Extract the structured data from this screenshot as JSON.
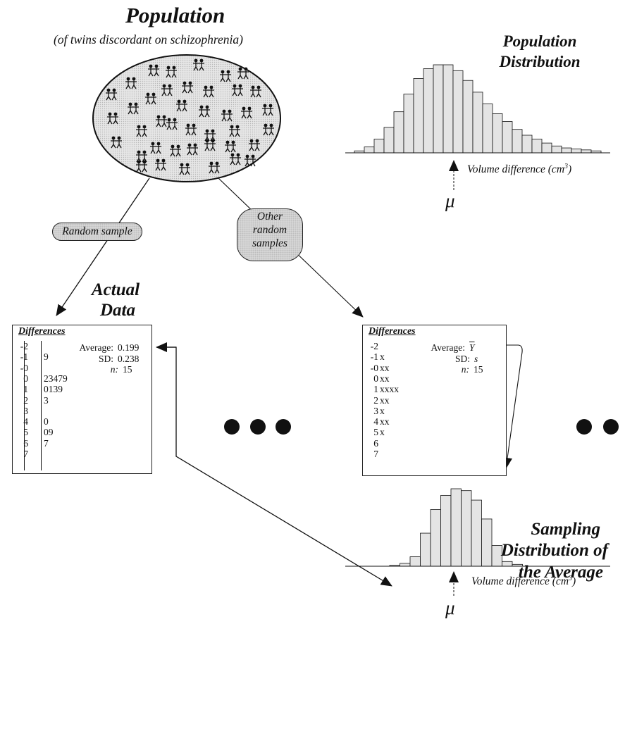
{
  "population": {
    "title": "Population",
    "subtitle": "(of twins discordant on schizophrenia)"
  },
  "population_distribution": {
    "title_line1": "Population",
    "title_line2": "Distribution",
    "axis_label": "Volume difference (cm",
    "axis_sup": "3",
    "axis_close": ")",
    "mean_symbol": "μ"
  },
  "random_sample_label": "Random sample",
  "other_samples_label": {
    "line1": "Other",
    "line2": "random",
    "line3": "samples"
  },
  "actual_data": {
    "title_line1": "Actual",
    "title_line2": "Data",
    "box_header": "Differences",
    "stems": [
      "-2",
      "-1",
      "-0",
      "0",
      "1",
      "2",
      "3",
      "4",
      "5",
      "6",
      "7"
    ],
    "leaves": [
      "",
      "9",
      "",
      "23479",
      "0139",
      "3",
      "",
      "0",
      "09",
      "7",
      ""
    ],
    "average_label": "Average:",
    "average_value": "0.199",
    "sd_label": "SD:",
    "sd_value": "0.238",
    "n_label": "n:",
    "n_value": "15"
  },
  "other_data": {
    "box_header": "Differences",
    "stems": [
      "-2",
      "-1",
      "-0",
      "0",
      "1",
      "2",
      "3",
      "4",
      "5",
      "6",
      "7"
    ],
    "leaves": [
      "",
      "x",
      "xx",
      "xx",
      "xxxx",
      "xx",
      "x",
      "xx",
      "x",
      "",
      ""
    ],
    "average_label": "Average:",
    "average_value": "Y",
    "sd_label": "SD:",
    "sd_value": "s",
    "n_label": "n:",
    "n_value": "15"
  },
  "sampling_distribution": {
    "title_line1": "Sampling",
    "title_line2": "Distribution of",
    "title_line3": "the Average",
    "axis_label": "Volume difference (cm",
    "axis_sup": "3",
    "axis_close": ")",
    "mean_symbol": "μ"
  },
  "chart_data": [
    {
      "type": "bar",
      "name": "population distribution",
      "values": [
        1,
        3,
        7,
        13,
        21,
        30,
        38,
        43,
        45,
        45,
        42,
        37,
        31,
        25,
        20,
        16,
        12,
        9,
        7,
        5,
        3.5,
        2.5,
        2,
        1.5,
        1
      ],
      "mean_index": 10,
      "xlabel": "Volume difference (cm3)",
      "ylabel": ""
    },
    {
      "type": "bar",
      "name": "sampling distribution of the average",
      "values": [
        1,
        3,
        10,
        35,
        60,
        75,
        82,
        80,
        70,
        50,
        22,
        5,
        2
      ],
      "mean_index": 7,
      "xlabel": "Volume difference (cm3)",
      "ylabel": ""
    }
  ],
  "colors": {
    "bar_fill": "#e4e4e4",
    "ink": "#111111",
    "pill_fill": "#dcdcdc"
  }
}
